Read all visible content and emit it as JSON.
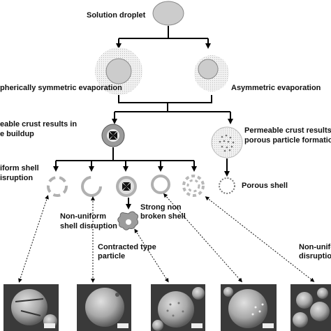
{
  "labels": {
    "solution_droplet": "Solution droplet",
    "spherical_evap": "pherically symmetric evaporation",
    "asymmetric_evap": "Asymmetric evaporation",
    "impermeable_crust_1": "eable crust results in",
    "impermeable_crust_2": "e buildup",
    "permeable_crust_1": "Permeable crust results i",
    "permeable_crust_2": "porous particle formatio",
    "uniform_shell_1": "iform shell",
    "uniform_shell_2": "isruption",
    "porous_shell": "Porous shell",
    "nonuniform_left_1": "Non-uniform",
    "nonuniform_left_2": "shell disruption",
    "strong_shell_1": "Strong non",
    "strong_shell_2": "broken shell",
    "contracted_1": "Contracted type",
    "contracted_2": "particle",
    "nonuniform_right_1": "Non-unifo",
    "nonuniform_right_2": "disruption"
  },
  "colors": {
    "droplet_fill": "#cccccc",
    "halo": "#d9d9d9",
    "shell": "#b0b0b0",
    "core_dark": "#333333",
    "micrograph_bg": "#3a3a3a",
    "micrograph_particle": "#bdbdbd"
  },
  "icons": [
    "arrow-head-icon",
    "scale-bar-icon"
  ]
}
